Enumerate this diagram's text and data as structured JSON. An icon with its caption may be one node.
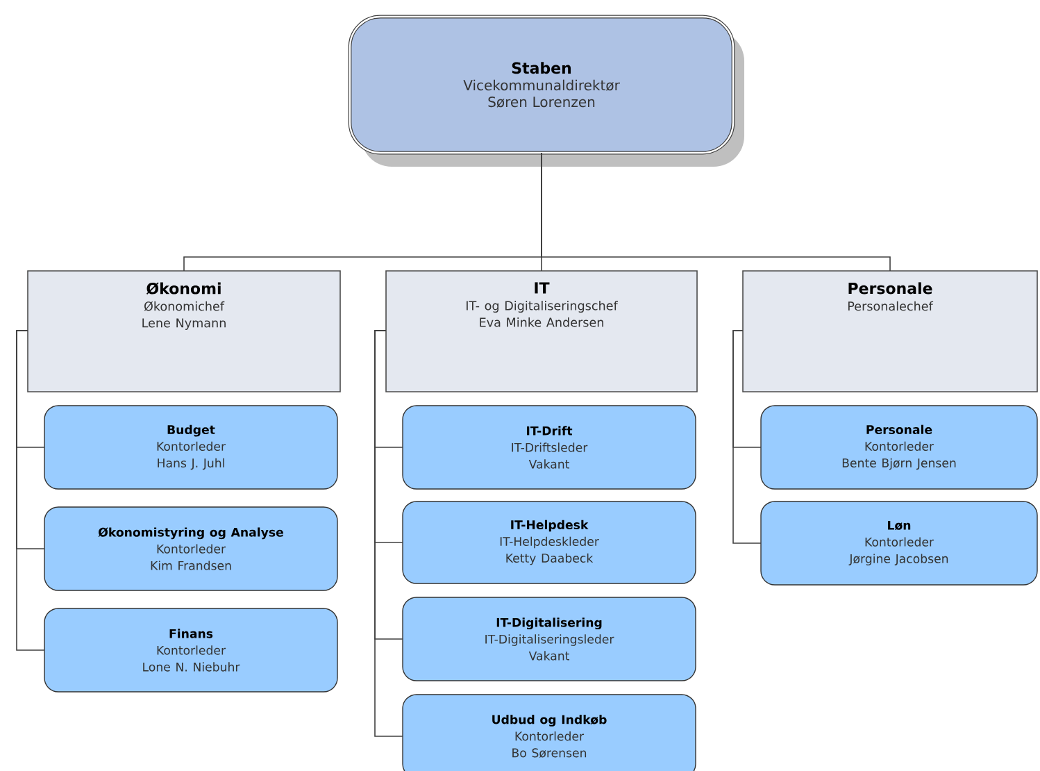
{
  "diagram": {
    "nodes": [
      {
        "text": [
          "Staben",
          "Vicekommunaldirektør",
          "Søren Lorenzen"
        ]
      },
      {
        "text": [
          "Økonomi",
          "Økonomichef",
          "Lene Nymann"
        ]
      },
      {
        "text": [
          "IT",
          "IT- og Digitaliseringschef",
          "Eva Minke Andersen"
        ]
      },
      {
        "text": [
          "Personale",
          "Personalechef"
        ]
      },
      {
        "text": [
          "Budget",
          "Kontorleder",
          "Hans J. Juhl"
        ]
      },
      {
        "text": [
          "Økonomistyring og Analyse",
          "Kontorleder",
          "Kim Frandsen"
        ]
      },
      {
        "text": [
          "Finans",
          "Kontorleder",
          "Lone N. Niebuhr"
        ]
      },
      {
        "text": [
          "IT-Drift",
          "IT-Driftsleder",
          "Vakant"
        ]
      },
      {
        "text": [
          "IT-Helpdesk",
          "IT-Helpdeskleder",
          "Ketty Daabeck"
        ]
      },
      {
        "text": [
          "IT-Digitalisering",
          "IT-Digitaliseringsleder",
          "Vakant"
        ]
      },
      {
        "text": [
          "Udbud og Indkøb",
          "Kontorleder",
          "Bo Sørensen"
        ]
      },
      {
        "text": [
          "Personale",
          "Kontorleder",
          "Bente Bjørn Jensen"
        ]
      },
      {
        "text": [
          "Løn",
          "Kontorleder",
          "Jørgine Jacobsen"
        ]
      }
    ],
    "edges": [
      {
        "from": 0,
        "to": 1,
        "arrow": "none"
      },
      {
        "from": 0,
        "to": 2,
        "arrow": "none"
      },
      {
        "from": 0,
        "to": 3,
        "arrow": "none"
      },
      {
        "from": 1,
        "to": 4,
        "arrow": "none"
      },
      {
        "from": 1,
        "to": 5,
        "arrow": "none"
      },
      {
        "from": 1,
        "to": 6,
        "arrow": "none"
      },
      {
        "from": 2,
        "to": 7,
        "arrow": "none"
      },
      {
        "from": 2,
        "to": 8,
        "arrow": "none"
      },
      {
        "from": 2,
        "to": 9,
        "arrow": "none"
      },
      {
        "from": 2,
        "to": 10,
        "arrow": "none"
      },
      {
        "from": 3,
        "to": 11,
        "arrow": "none"
      },
      {
        "from": 3,
        "to": 12,
        "arrow": "none"
      }
    ]
  }
}
